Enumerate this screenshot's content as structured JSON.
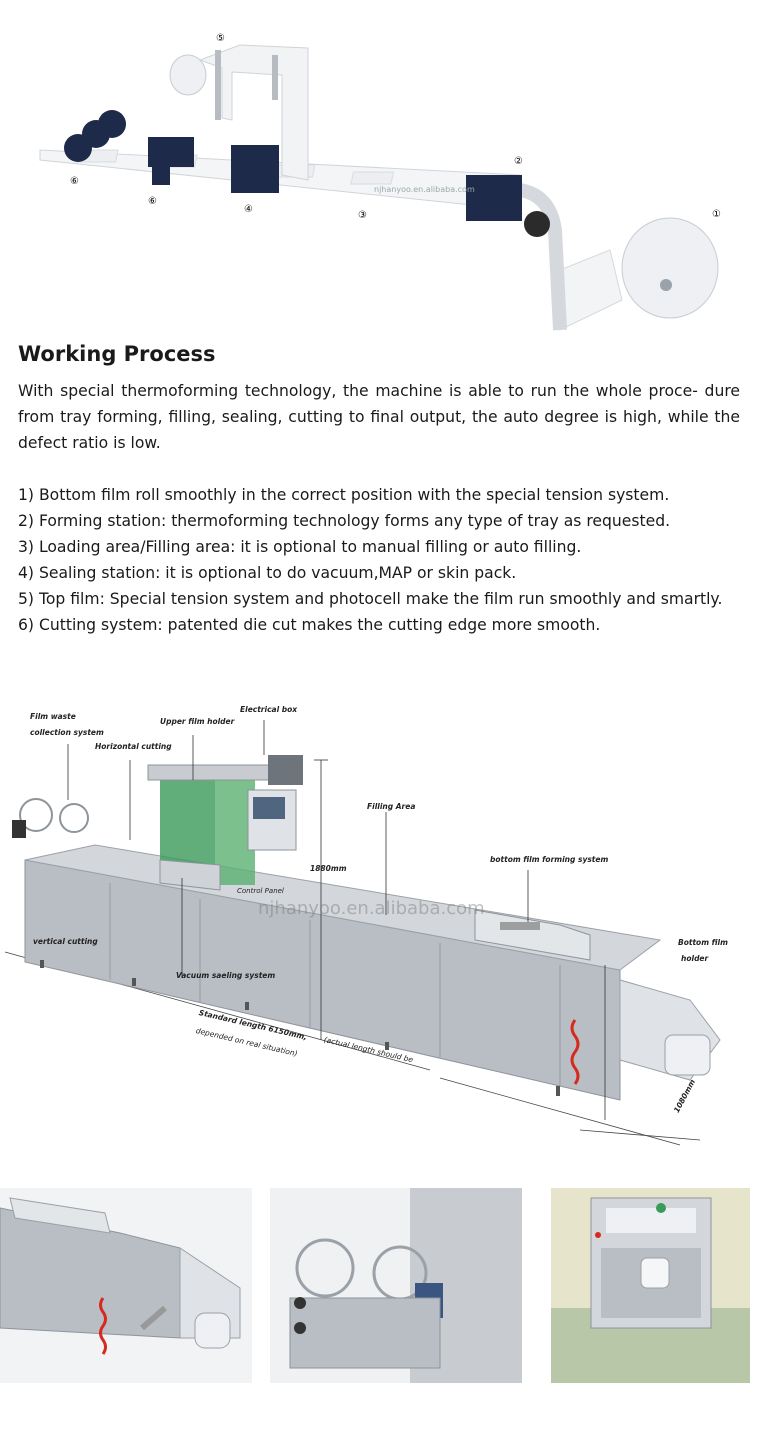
{
  "diagram": {
    "numbers": {
      "n1": "①",
      "n2": "②",
      "n3": "③",
      "n4": "④",
      "n5": "⑤",
      "n6a": "⑥",
      "n6b": "⑥"
    },
    "watermark": "njhanyoo.en.alibaba.com"
  },
  "working_process": {
    "heading": "Working Process",
    "intro": "With special thermoforming technology, the machine is able to run the whole proce- dure from tray forming, filling, sealing, cutting to final output, the auto degree is high, while the defect ratio is low.",
    "steps": [
      "1) Bottom film roll smoothly in the correct  position with the  special tension system.",
      "2) Forming station: thermoforming  technology forms any type of tray as requested.",
      "3) Loading area/Filling area: it is optional to manual filling or auto filling.",
      "4) Sealing station: it is optional to do vacuum,MAP or skin pack.",
      "5) Top film: Special tension system and photocell make the film run smoothly and smartly.",
      "6) Cutting system: patented die cut makes the cutting edge more smooth."
    ]
  },
  "machine_diagram": {
    "labels": {
      "film_waste": "Film waste",
      "collection_system": "collection system",
      "upper_film_holder": "Upper film holder",
      "electrical_box": "Electrical box",
      "horizontal_cutting": "Horizontal cutting",
      "filling_area": "Filling Area",
      "height": "1880mm",
      "bottom_forming": "bottom film forming system",
      "bottom_film": "Bottom film",
      "holder": "holder",
      "vertical_cutting": "vertical cutting",
      "vacuum_sealing": "Vacuum saeling system",
      "standard_length": "Standard length 6150mm,",
      "actual_length": "(actual length should be",
      "depended": "depended on real situation)",
      "width": "1080mm",
      "control": "Control Panel"
    },
    "watermark": "njhanyoo.en.alibaba.com"
  },
  "colors": {
    "steel": "#b9bec4",
    "steel_dark": "#8d949b",
    "navy": "#1e2a4a",
    "spring": "#d62a1f",
    "text": "#1a1a1a"
  }
}
